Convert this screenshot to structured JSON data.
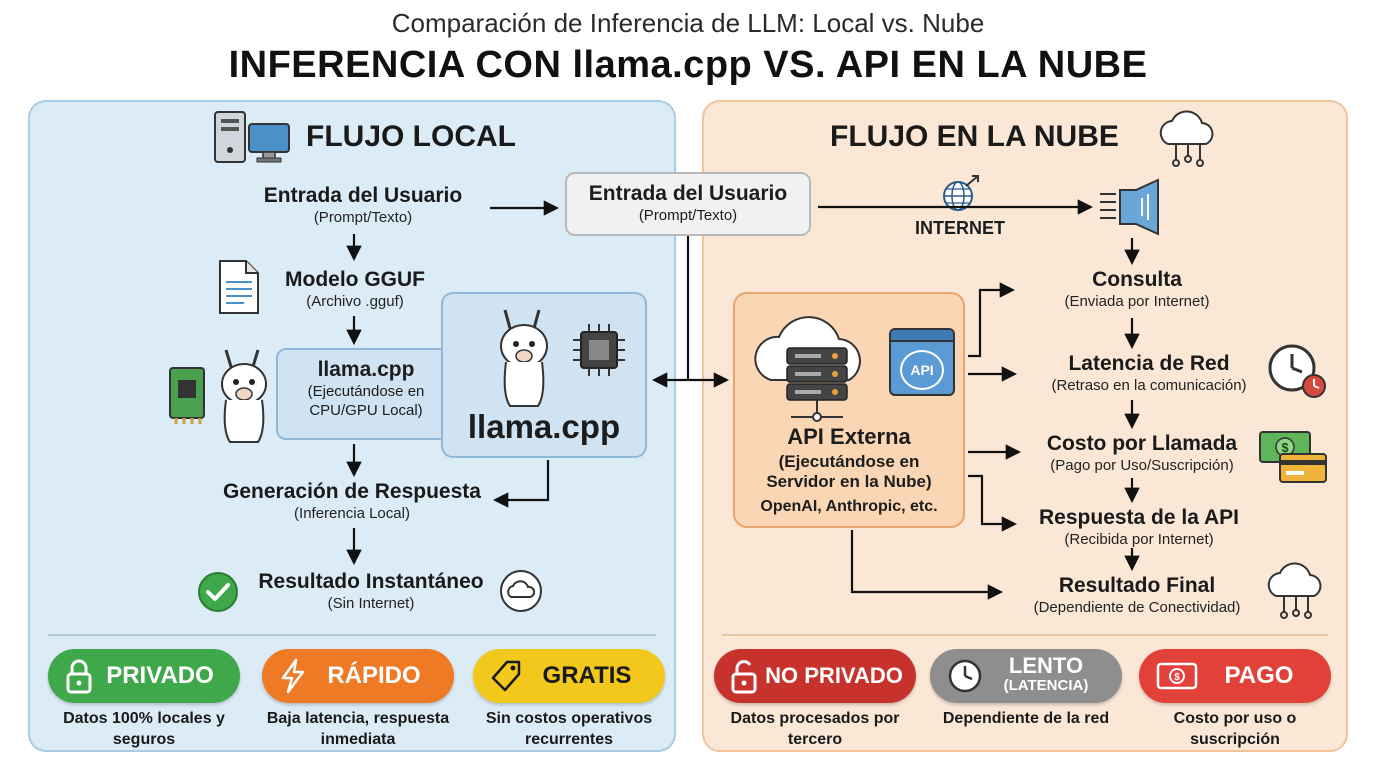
{
  "header": {
    "subtitle": "Comparación de Inferencia de LLM: Local vs. Nube",
    "title": "INFERENCIA CON llama.cpp VS. API EN LA NUBE"
  },
  "local": {
    "title": "FLUJO LOCAL",
    "input": {
      "title": "Entrada del Usuario",
      "sub": "(Prompt/Texto)"
    },
    "model": {
      "title": "Modelo GGUF",
      "sub": "(Archivo .gguf)"
    },
    "llama": {
      "title": "llama.cpp",
      "sub": "(Ejecutándose en CPU/GPU Local)"
    },
    "llama_big_label": "llama.cpp",
    "generation": {
      "title": "Generación de Respuesta",
      "sub": "(Inferencia Local)"
    },
    "result": {
      "title": "Resultado Instantáneo",
      "sub": "(Sin Internet)"
    },
    "badges": [
      {
        "label": "PRIVADO",
        "desc": "Datos 100% locales y seguros",
        "color": "#3ea84a",
        "icon": "lock-icon"
      },
      {
        "label": "RÁPIDO",
        "desc": "Baja latencia, respuesta inmediata",
        "color": "#ee7a26",
        "icon": "lightning-icon"
      },
      {
        "label": "GRATIS",
        "desc": "Sin costos operativos recurrentes",
        "color": "#f2c81c",
        "icon": "price-tag-icon"
      }
    ]
  },
  "center": {
    "input": {
      "title": "Entrada del Usuario",
      "sub": "(Prompt/Texto)"
    }
  },
  "cloud": {
    "title": "FLUJO EN LA NUBE",
    "internet_label": "INTERNET",
    "api": {
      "title": "API Externa",
      "sub": "(Ejecutándose en Servidor en la Nube)",
      "providers": "OpenAI, Anthropic, etc.",
      "badge": "API"
    },
    "steps": [
      {
        "title": "Consulta",
        "sub": "(Enviada por Internet)"
      },
      {
        "title": "Latencia de Red",
        "sub": "(Retraso en la comunicación)"
      },
      {
        "title": "Costo por Llamada",
        "sub": "(Pago por Uso/Suscripción)"
      },
      {
        "title": "Respuesta de la API",
        "sub": "(Recibida por Internet)"
      },
      {
        "title": "Resultado Final",
        "sub": "(Dependiente de Conectividad)"
      }
    ],
    "badges": [
      {
        "label": "NO PRIVADO",
        "desc": "Datos procesados por tercero",
        "color": "#c8322c",
        "icon": "unlock-icon"
      },
      {
        "label": "LENTO",
        "label2": "(LATENCIA)",
        "desc": "Dependiente de la red",
        "color": "#8e8e8e",
        "icon": "clock-icon"
      },
      {
        "label": "PAGO",
        "desc": "Costo por uso o suscripción",
        "color": "#e2413a",
        "icon": "money-icon"
      }
    ]
  }
}
